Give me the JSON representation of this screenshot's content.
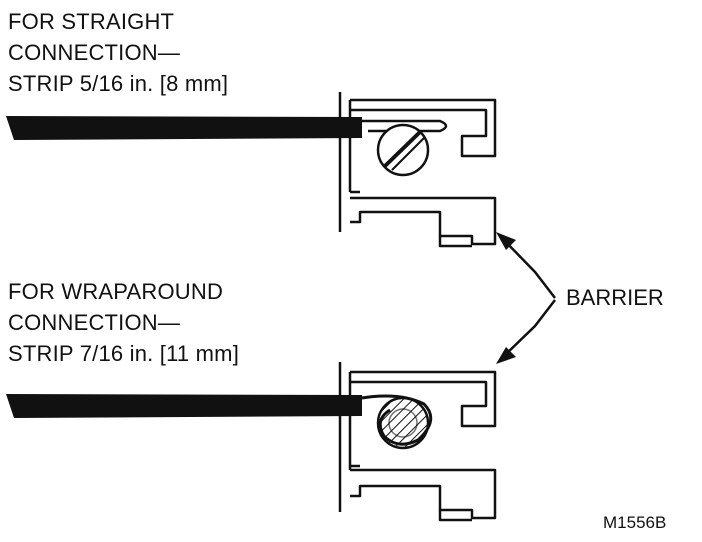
{
  "straight": {
    "line1": "FOR STRAIGHT",
    "line2": "CONNECTION—",
    "line3": "STRIP 5/16 in. [8 mm]"
  },
  "wraparound": {
    "line1": "FOR WRAPAROUND",
    "line2": "CONNECTION—",
    "line3": "STRIP 7/16 in. [11 mm]"
  },
  "barrier_label": "BARRIER",
  "figure_code": "M1556B"
}
